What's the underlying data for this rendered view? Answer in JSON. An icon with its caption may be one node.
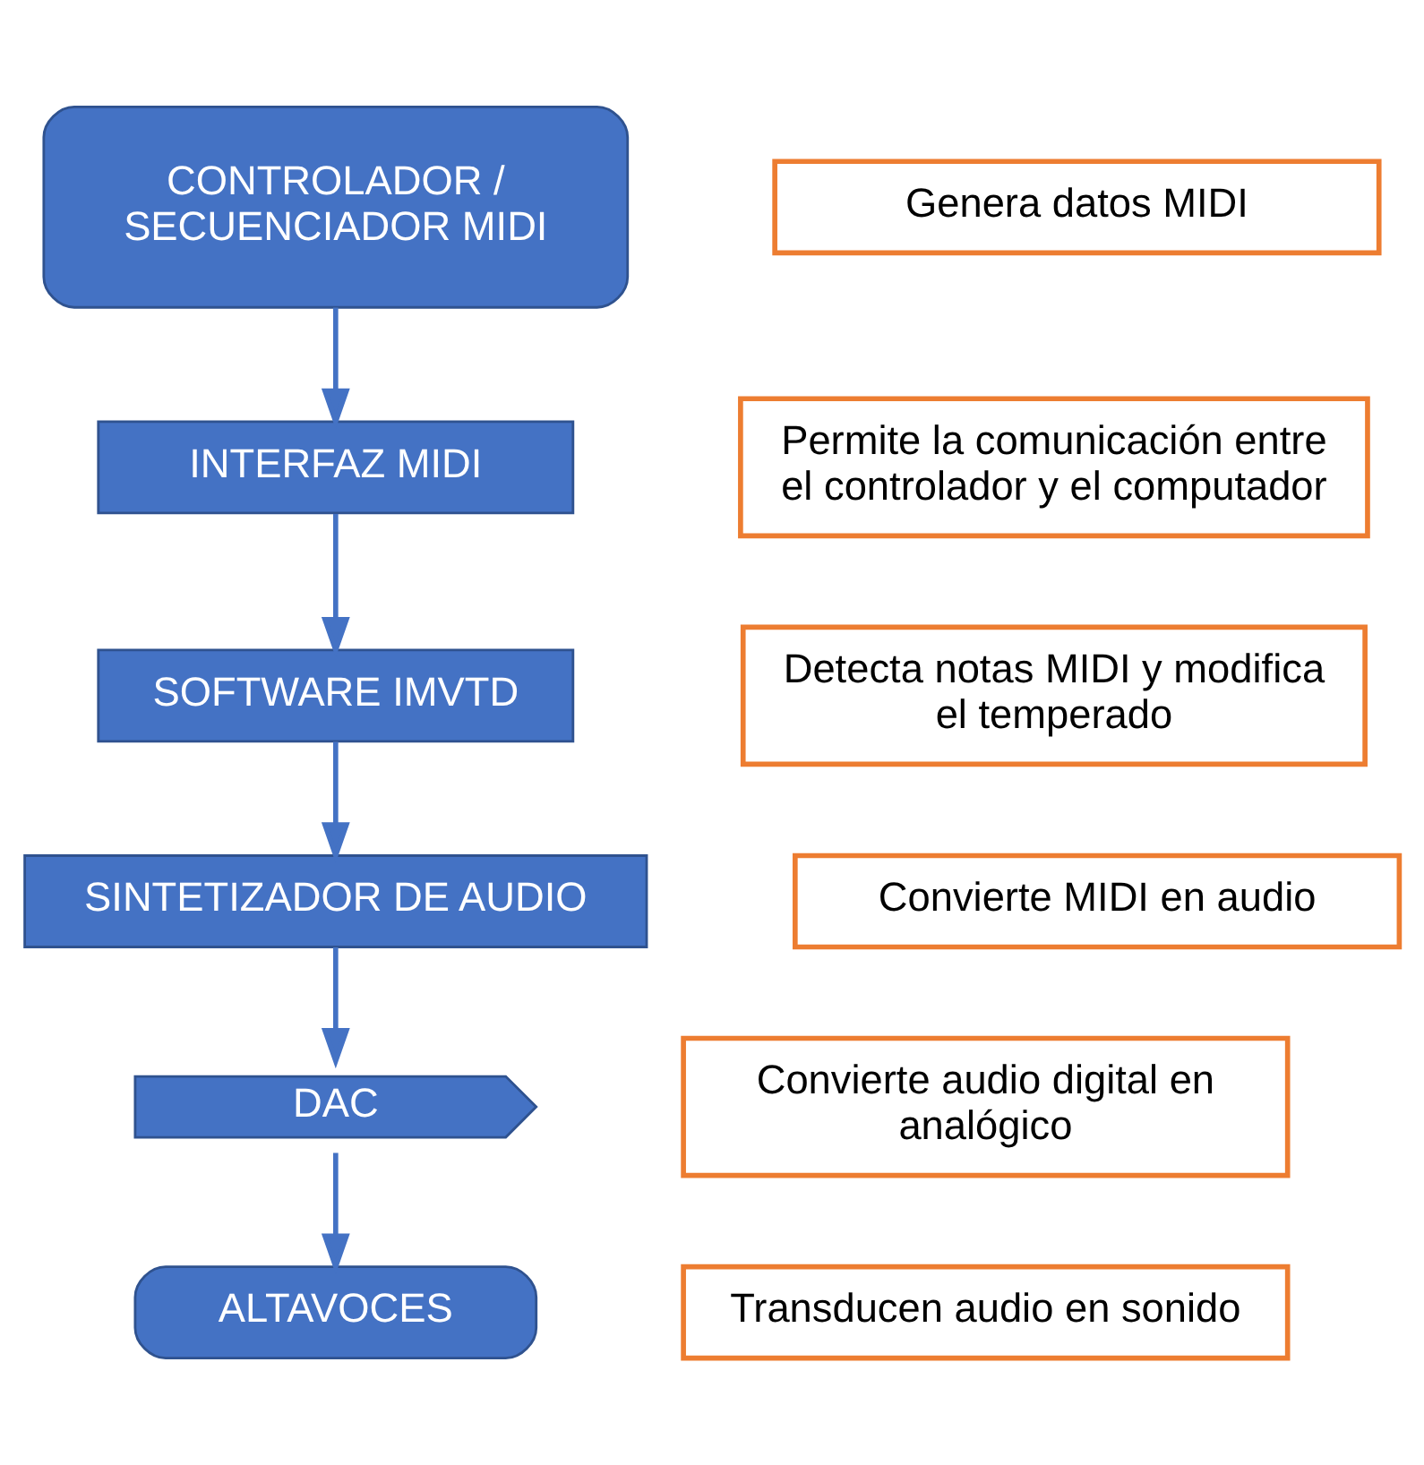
{
  "diagram": {
    "nodes": [
      {
        "text": [
          "CONTROLADOR / SECUENCIADOR MIDI"
        ]
      },
      {
        "text": [
          "Genera datos MIDI"
        ]
      },
      {
        "text": [
          "INTERFAZ MIDI"
        ]
      },
      {
        "text": [
          "Permite la comunicación entre el controlador y el computador"
        ]
      },
      {
        "text": [
          "SOFTWARE IMVTD"
        ]
      },
      {
        "text": [
          "Detecta notas MIDI y modifica el temperado"
        ]
      },
      {
        "text": [
          "SINTETIZADOR DE AUDIO"
        ]
      },
      {
        "text": [
          "Convierte MIDI en audio"
        ]
      },
      {
        "text": [
          "DAC"
        ]
      },
      {
        "text": [
          "Convierte audio digital en analógico"
        ]
      },
      {
        "text": [
          "ALTAVOCES"
        ]
      },
      {
        "text": [
          "Transducen audio en sonido"
        ]
      }
    ],
    "edges": [
      {
        "from": 0,
        "to": 2,
        "arrow": "to"
      },
      {
        "from": 2,
        "to": 4,
        "arrow": "to"
      },
      {
        "from": 4,
        "to": 6,
        "arrow": "to"
      },
      {
        "from": 6,
        "to": 8,
        "arrow": "to"
      },
      {
        "from": 8,
        "to": 10,
        "arrow": "to"
      }
    ]
  }
}
